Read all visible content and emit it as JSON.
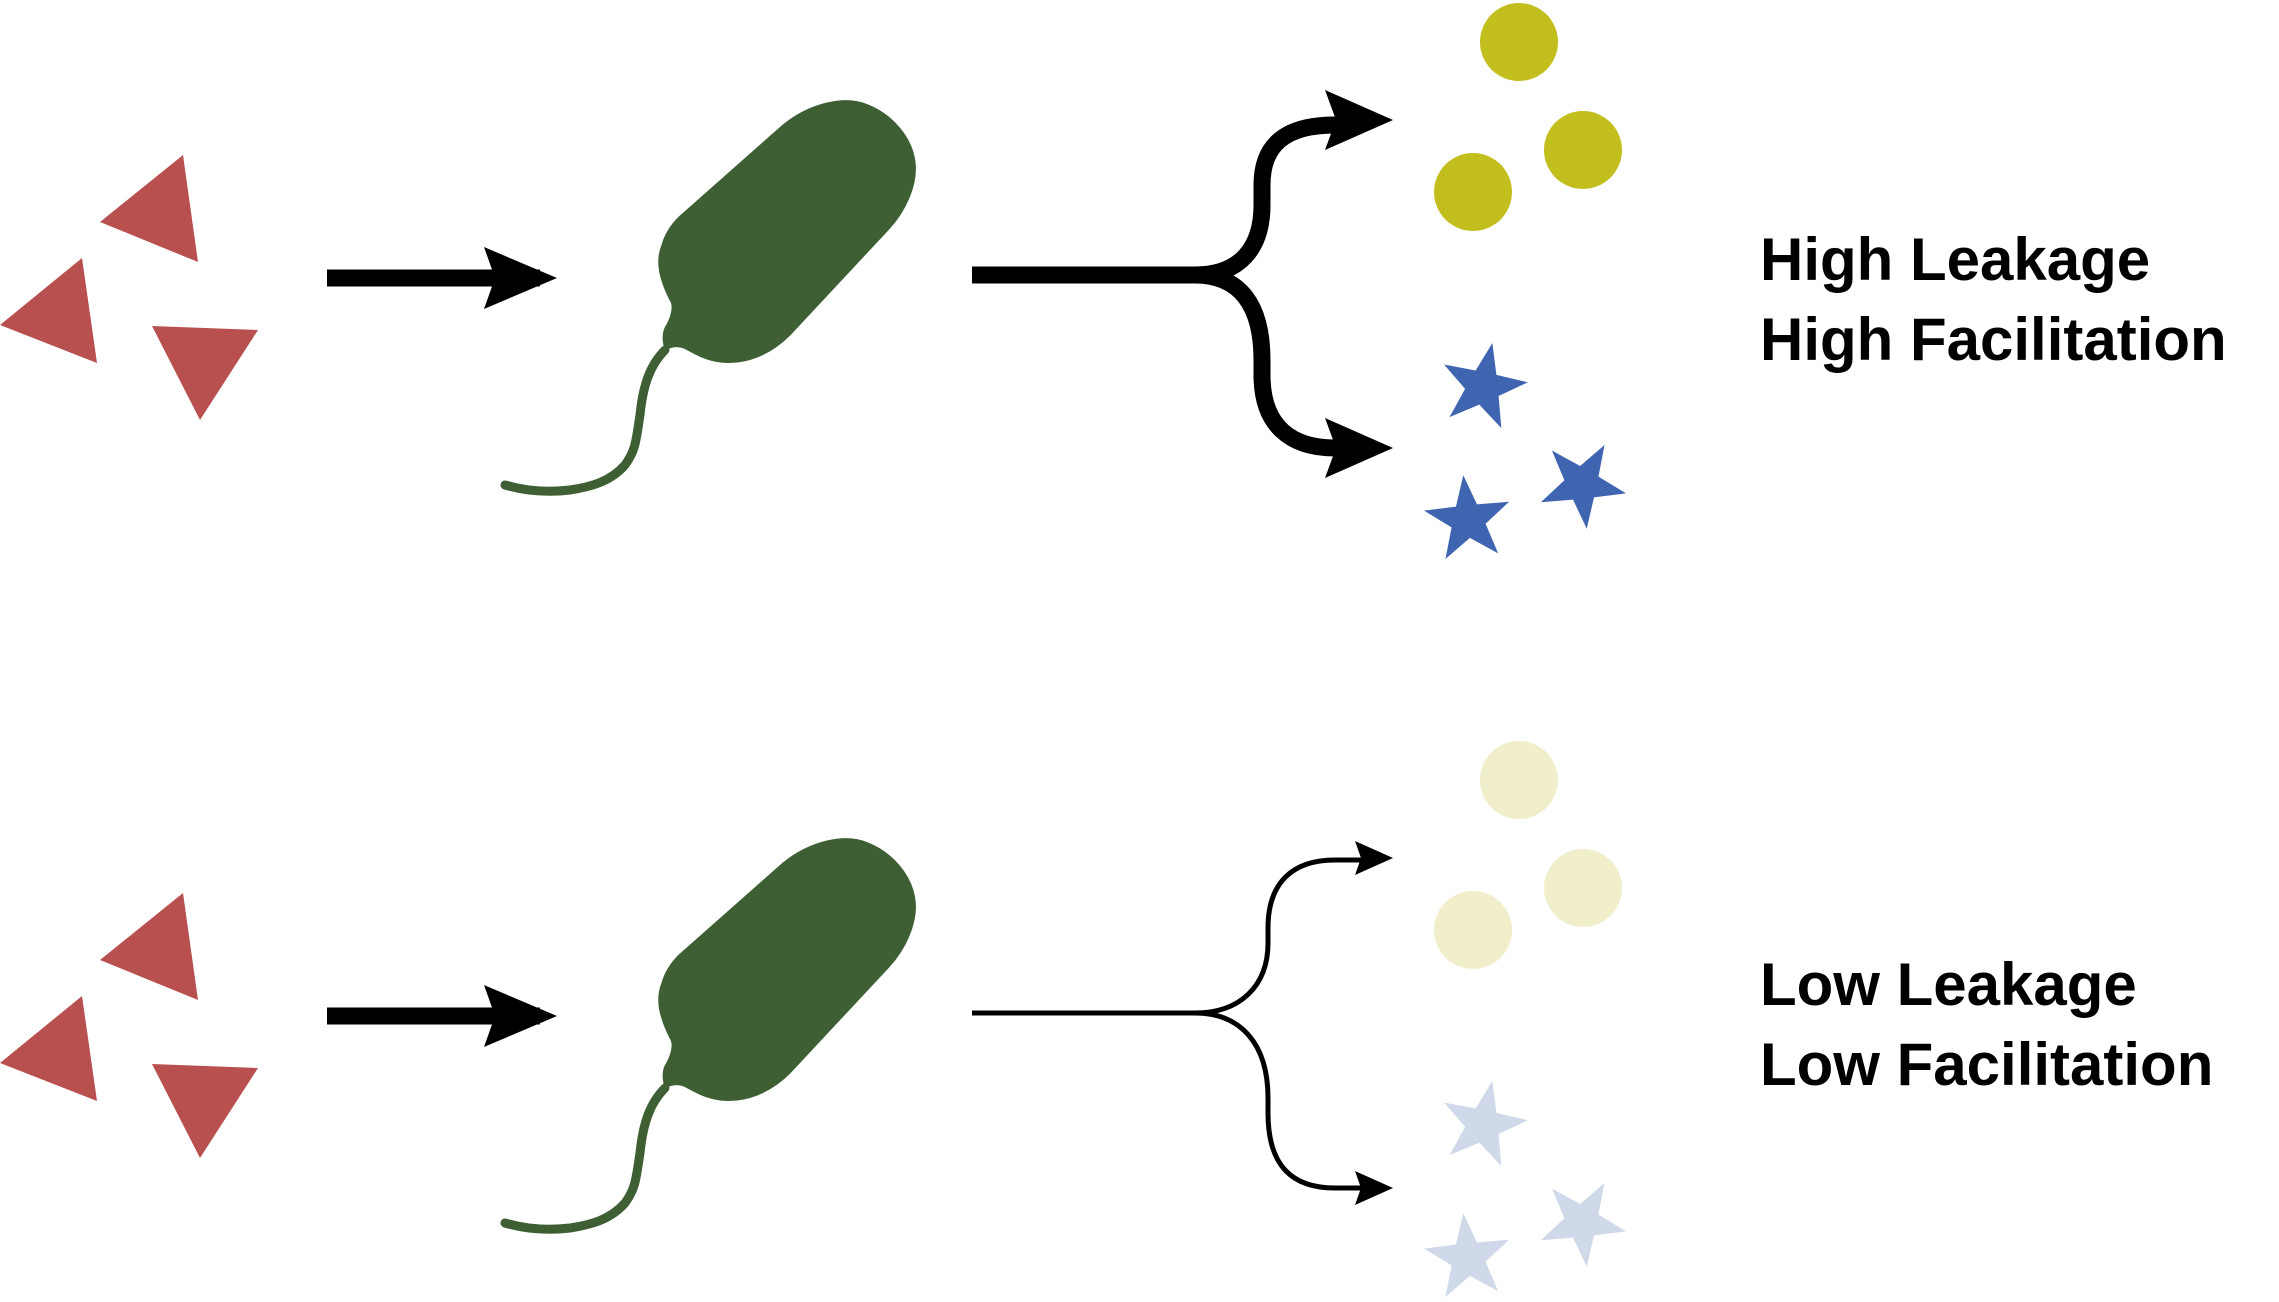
{
  "colors": {
    "substrate": "#b85050",
    "bacterium": "#3e5f34",
    "product_circle": "#c2be1e",
    "product_star": "#4065b0",
    "product_circle_faded": "#f0eecb",
    "product_star_faded": "#d0d9ea",
    "arrow": "#000000"
  },
  "panels": [
    {
      "id": "high",
      "label_line1": "High Leakage",
      "label_line2": "High Facilitation",
      "branch_weight": "thick",
      "product_intensity": "full"
    },
    {
      "id": "low",
      "label_line1": "Low Leakage",
      "label_line2": "Low Facilitation",
      "branch_weight": "thin",
      "product_intensity": "faded"
    }
  ],
  "icons": {
    "substrate": "triangle-icon",
    "organism": "bacterium-icon",
    "product_a": "circle-icon",
    "product_b": "star-icon"
  }
}
